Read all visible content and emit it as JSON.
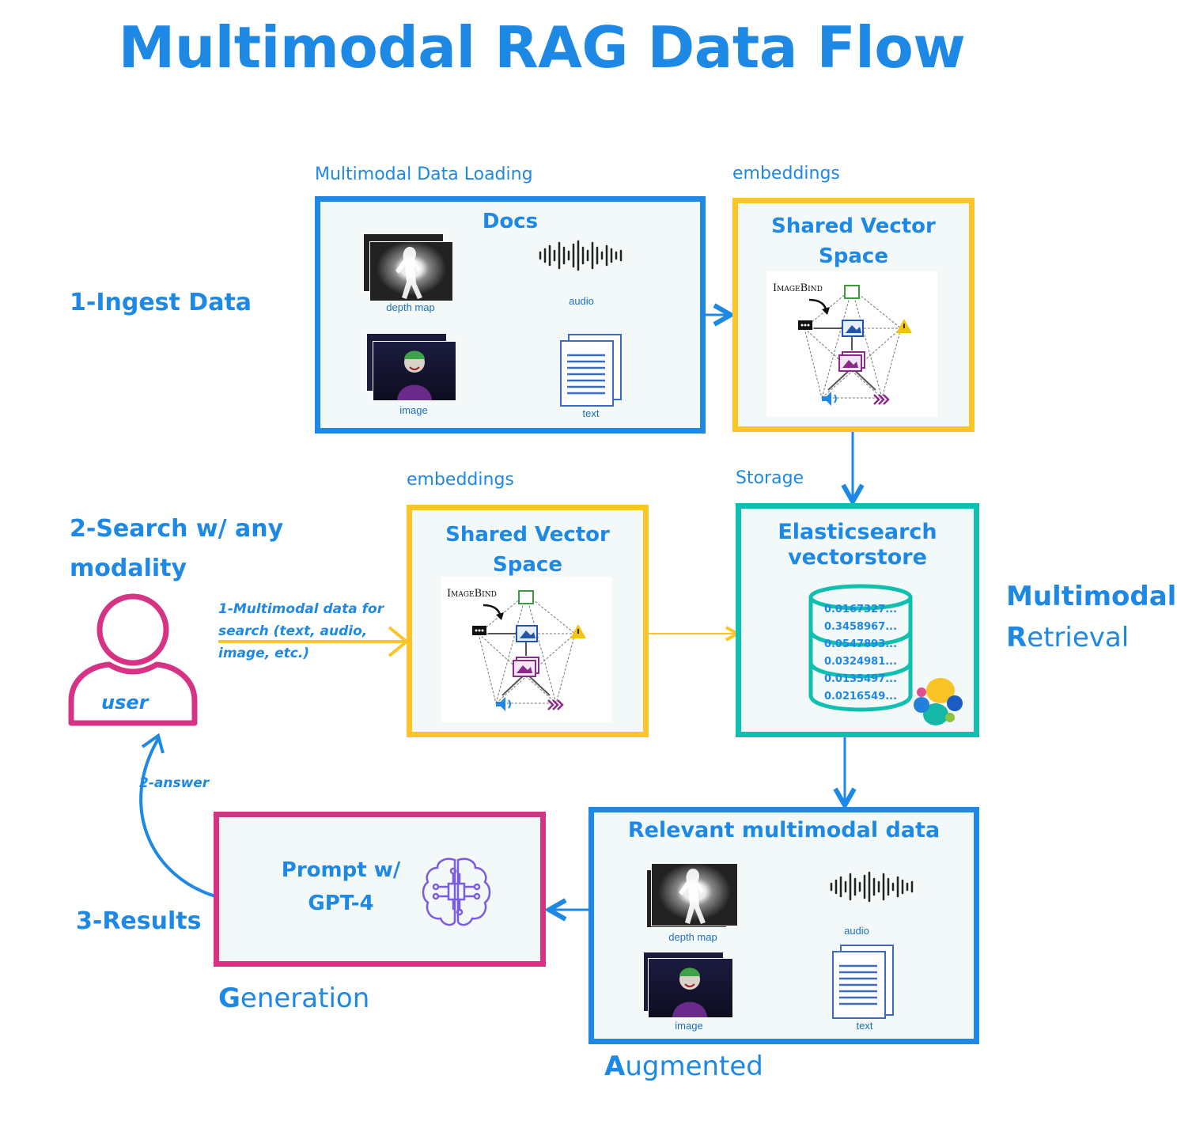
{
  "title": "Multimodal RAG Data Flow",
  "sections": {
    "loading": "Multimodal Data Loading",
    "embeddings_top": "embeddings",
    "embeddings_mid": "embeddings",
    "storage": "Storage"
  },
  "stages": {
    "ingest": "1-Ingest Data",
    "search": "2-Search w/ any modality",
    "results": "3-Results"
  },
  "rag": {
    "retrieval_first": "R",
    "retrieval_rest": "etrieval",
    "retrieval_top": "Multimodal",
    "augmented_first": "A",
    "augmented_rest": "ugmented",
    "generation_first": "G",
    "generation_rest": "eneration"
  },
  "docs": {
    "title": "Docs",
    "depth": "depth map",
    "audio": "audio",
    "image": "image",
    "text": "text"
  },
  "vector_space": {
    "title_line1": "Shared Vector",
    "title_line2": "Space",
    "imagebind": "ImageBind"
  },
  "vectorstore": {
    "title_line1": "Elasticsearch",
    "title_line2": "vectorstore",
    "values": [
      "0.0167327...",
      "0.3458967...",
      "0.0547893...",
      "0.0324981...",
      "0.0135497...",
      "0.0216549..."
    ]
  },
  "relevant": {
    "title": "Relevant multimodal data",
    "depth": "depth map",
    "audio": "audio",
    "image": "image",
    "text": "text"
  },
  "prompt": {
    "line1": "Prompt w/",
    "line2": "GPT-4"
  },
  "user": {
    "label": "user",
    "query_line1": "1-Multimodal data for",
    "query_line2": "search (text, audio,",
    "query_line3": "image, etc.)",
    "answer": "2-answer"
  },
  "colors": {
    "blue": "#1e88e5",
    "yellow": "#fbc527",
    "teal": "#0fbfb0",
    "magenta": "#d63384"
  }
}
